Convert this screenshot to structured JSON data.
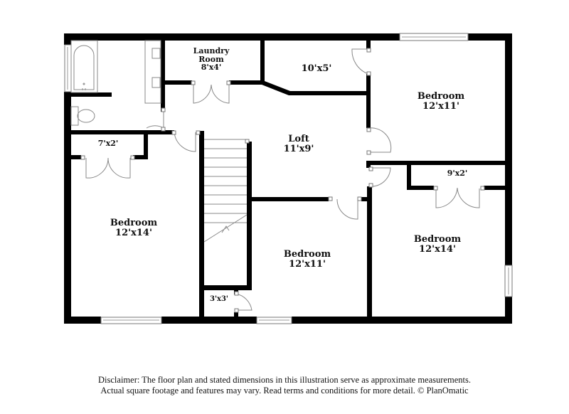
{
  "floorplan": {
    "rooms": [
      {
        "id": "laundry",
        "name": "Laundry Room",
        "name_line1": "Laundry",
        "name_line2": "Room",
        "dimensions": "8'x4'"
      },
      {
        "id": "storage-top",
        "name": "",
        "dimensions": "10'x5'"
      },
      {
        "id": "bedroom-ne",
        "name": "Bedroom",
        "dimensions": "12'x11'"
      },
      {
        "id": "loft",
        "name": "Loft",
        "dimensions": "11'x9'"
      },
      {
        "id": "closet-w",
        "name": "",
        "dimensions": "7'x2'"
      },
      {
        "id": "bedroom-w",
        "name": "Bedroom",
        "dimensions": "12'x14'"
      },
      {
        "id": "bedroom-s",
        "name": "Bedroom",
        "dimensions": "12'x11'"
      },
      {
        "id": "closet-e",
        "name": "",
        "dimensions": "9'x2'"
      },
      {
        "id": "bedroom-e",
        "name": "Bedroom",
        "dimensions": "12'x14'"
      },
      {
        "id": "closet-small",
        "name": "",
        "dimensions": "3'x3'"
      }
    ],
    "fixtures": [
      "bathtub",
      "toilet",
      "double-vanity-sinks",
      "staircase"
    ]
  },
  "disclaimer": {
    "line1": "Disclaimer: The floor plan and stated dimensions in this illustration serve as approximate measurements.",
    "line2": "Actual square footage and features may vary. Read terms and conditions for more detail. © PlanOmatic"
  },
  "colors": {
    "wall": "#000000",
    "fixture": "#888888",
    "background": "#ffffff"
  }
}
